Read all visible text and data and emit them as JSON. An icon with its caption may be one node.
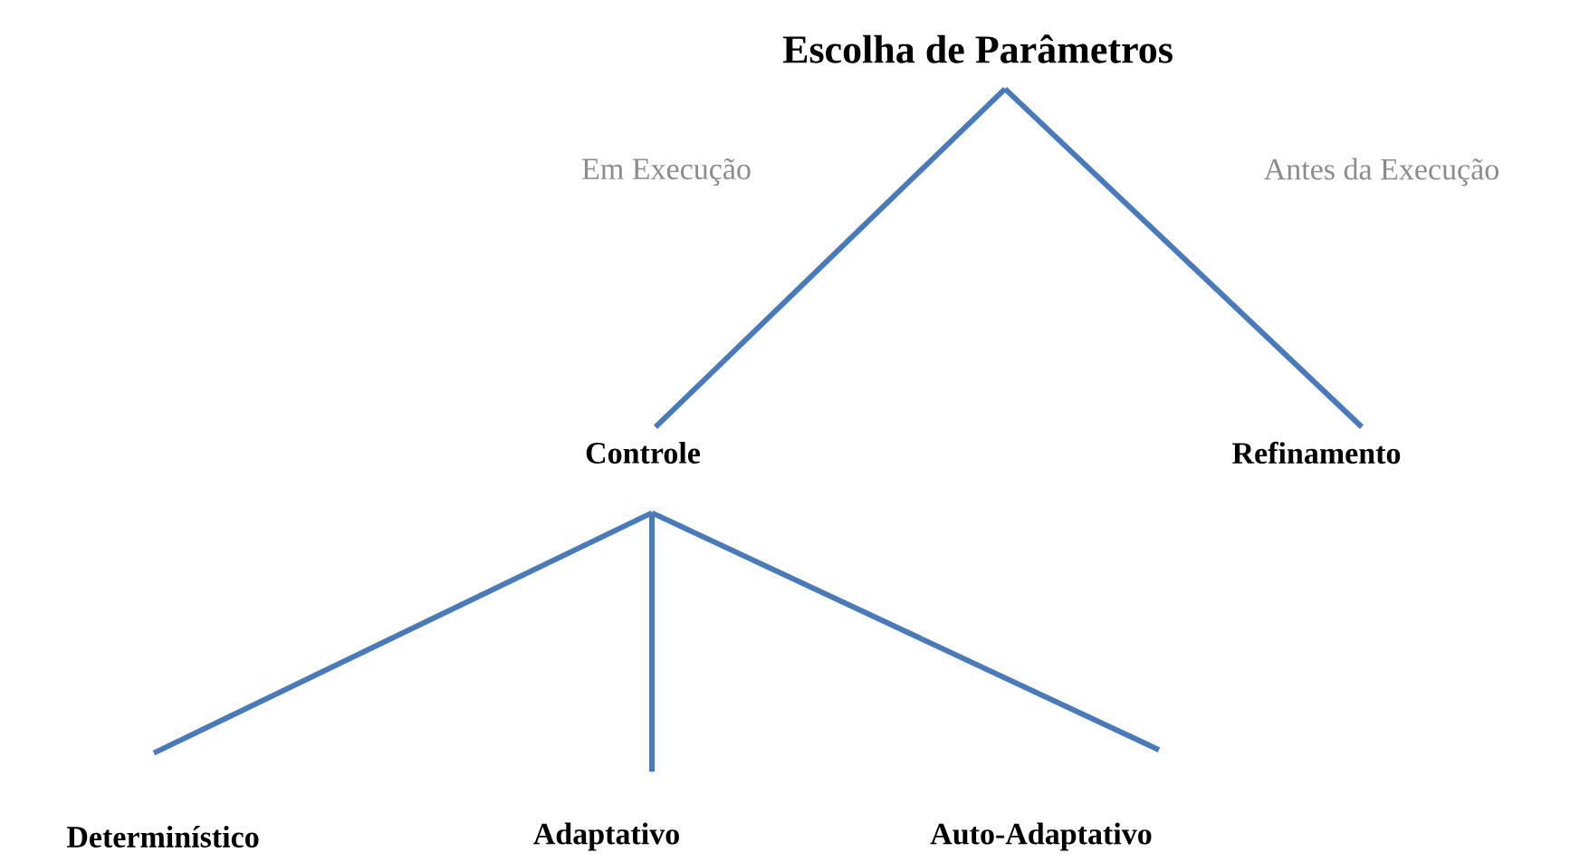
{
  "diagram": {
    "nodes": [
      {
        "text": [
          "Escolha de Parâmetros"
        ]
      },
      {
        "text": [
          "Controle"
        ]
      },
      {
        "text": [
          "Refinamento"
        ]
      },
      {
        "text": [
          "Determinístico"
        ]
      },
      {
        "text": [
          "Adaptativo"
        ]
      },
      {
        "text": [
          "Auto-Adaptativo"
        ]
      }
    ],
    "edges": [
      {
        "from": 0,
        "to": 1,
        "arrow": "none",
        "label": "Em Execução"
      },
      {
        "from": 0,
        "to": 2,
        "arrow": "none",
        "label": "Antes da Execução"
      },
      {
        "from": 1,
        "to": 3,
        "arrow": "none"
      },
      {
        "from": 1,
        "to": 4,
        "arrow": "none"
      },
      {
        "from": 1,
        "to": 5,
        "arrow": "none"
      }
    ]
  }
}
